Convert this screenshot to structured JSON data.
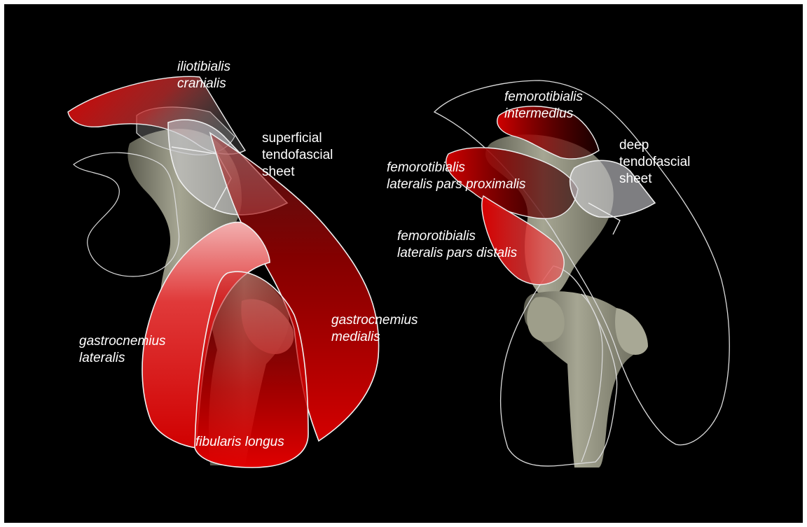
{
  "figure": {
    "left_view": {
      "labels": {
        "iliotibialis_cranialis": [
          "iliotibialis",
          "cranialis"
        ],
        "superficial_tendofascial_sheet": [
          "superficial",
          "tendofascial",
          "sheet"
        ],
        "gastrocnemius_lateralis": [
          "gastrocnemius",
          "lateralis"
        ],
        "gastrocnemius_medialis": [
          "gastrocnemius",
          "medialis"
        ],
        "fibularis_longus": [
          "fibularis longus"
        ]
      }
    },
    "right_view": {
      "labels": {
        "femorotibialis_intermedius": [
          "femorotibialis",
          "intermedius"
        ],
        "deep_tendofascial_sheet": [
          "deep",
          "tendofascial",
          "sheet"
        ],
        "femorotibialis_lateralis_pars_proximalis": [
          "femorotibialis",
          "lateralis pars proximalis"
        ],
        "femorotibialis_lateralis_pars_distalis": [
          "femorotibialis",
          "lateralis pars distalis"
        ]
      }
    },
    "colors": {
      "background": "#000000",
      "bone": "#9a9a86",
      "muscle": "#cc0000",
      "outline": "#e8e8e8",
      "sheet": "#c8c8cc"
    }
  }
}
